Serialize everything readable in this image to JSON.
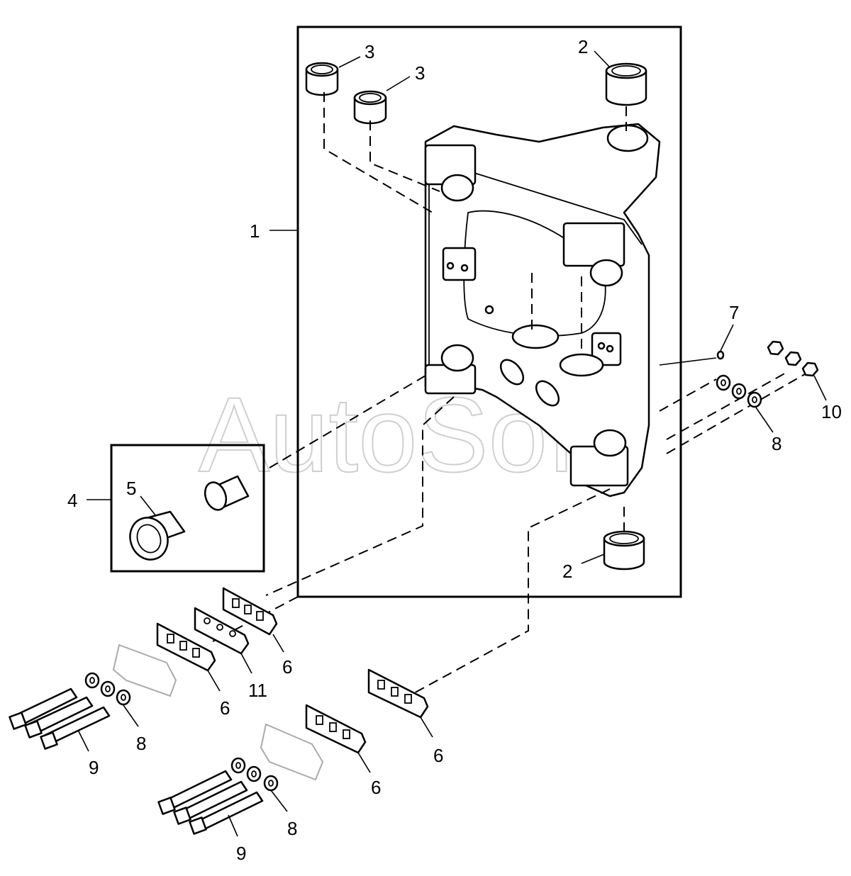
{
  "watermark": "AutoSoft",
  "callouts": {
    "c1": "1",
    "c2a": "2",
    "c2b": "2",
    "c3a": "3",
    "c3b": "3",
    "c4": "4",
    "c5": "5",
    "c6a": "6",
    "c6b": "6",
    "c6c": "6",
    "c6d": "6",
    "c7": "7",
    "c8a": "8",
    "c8b": "8",
    "c8c": "8",
    "c9a": "9",
    "c9b": "9",
    "c10": "10",
    "c11": "11"
  }
}
